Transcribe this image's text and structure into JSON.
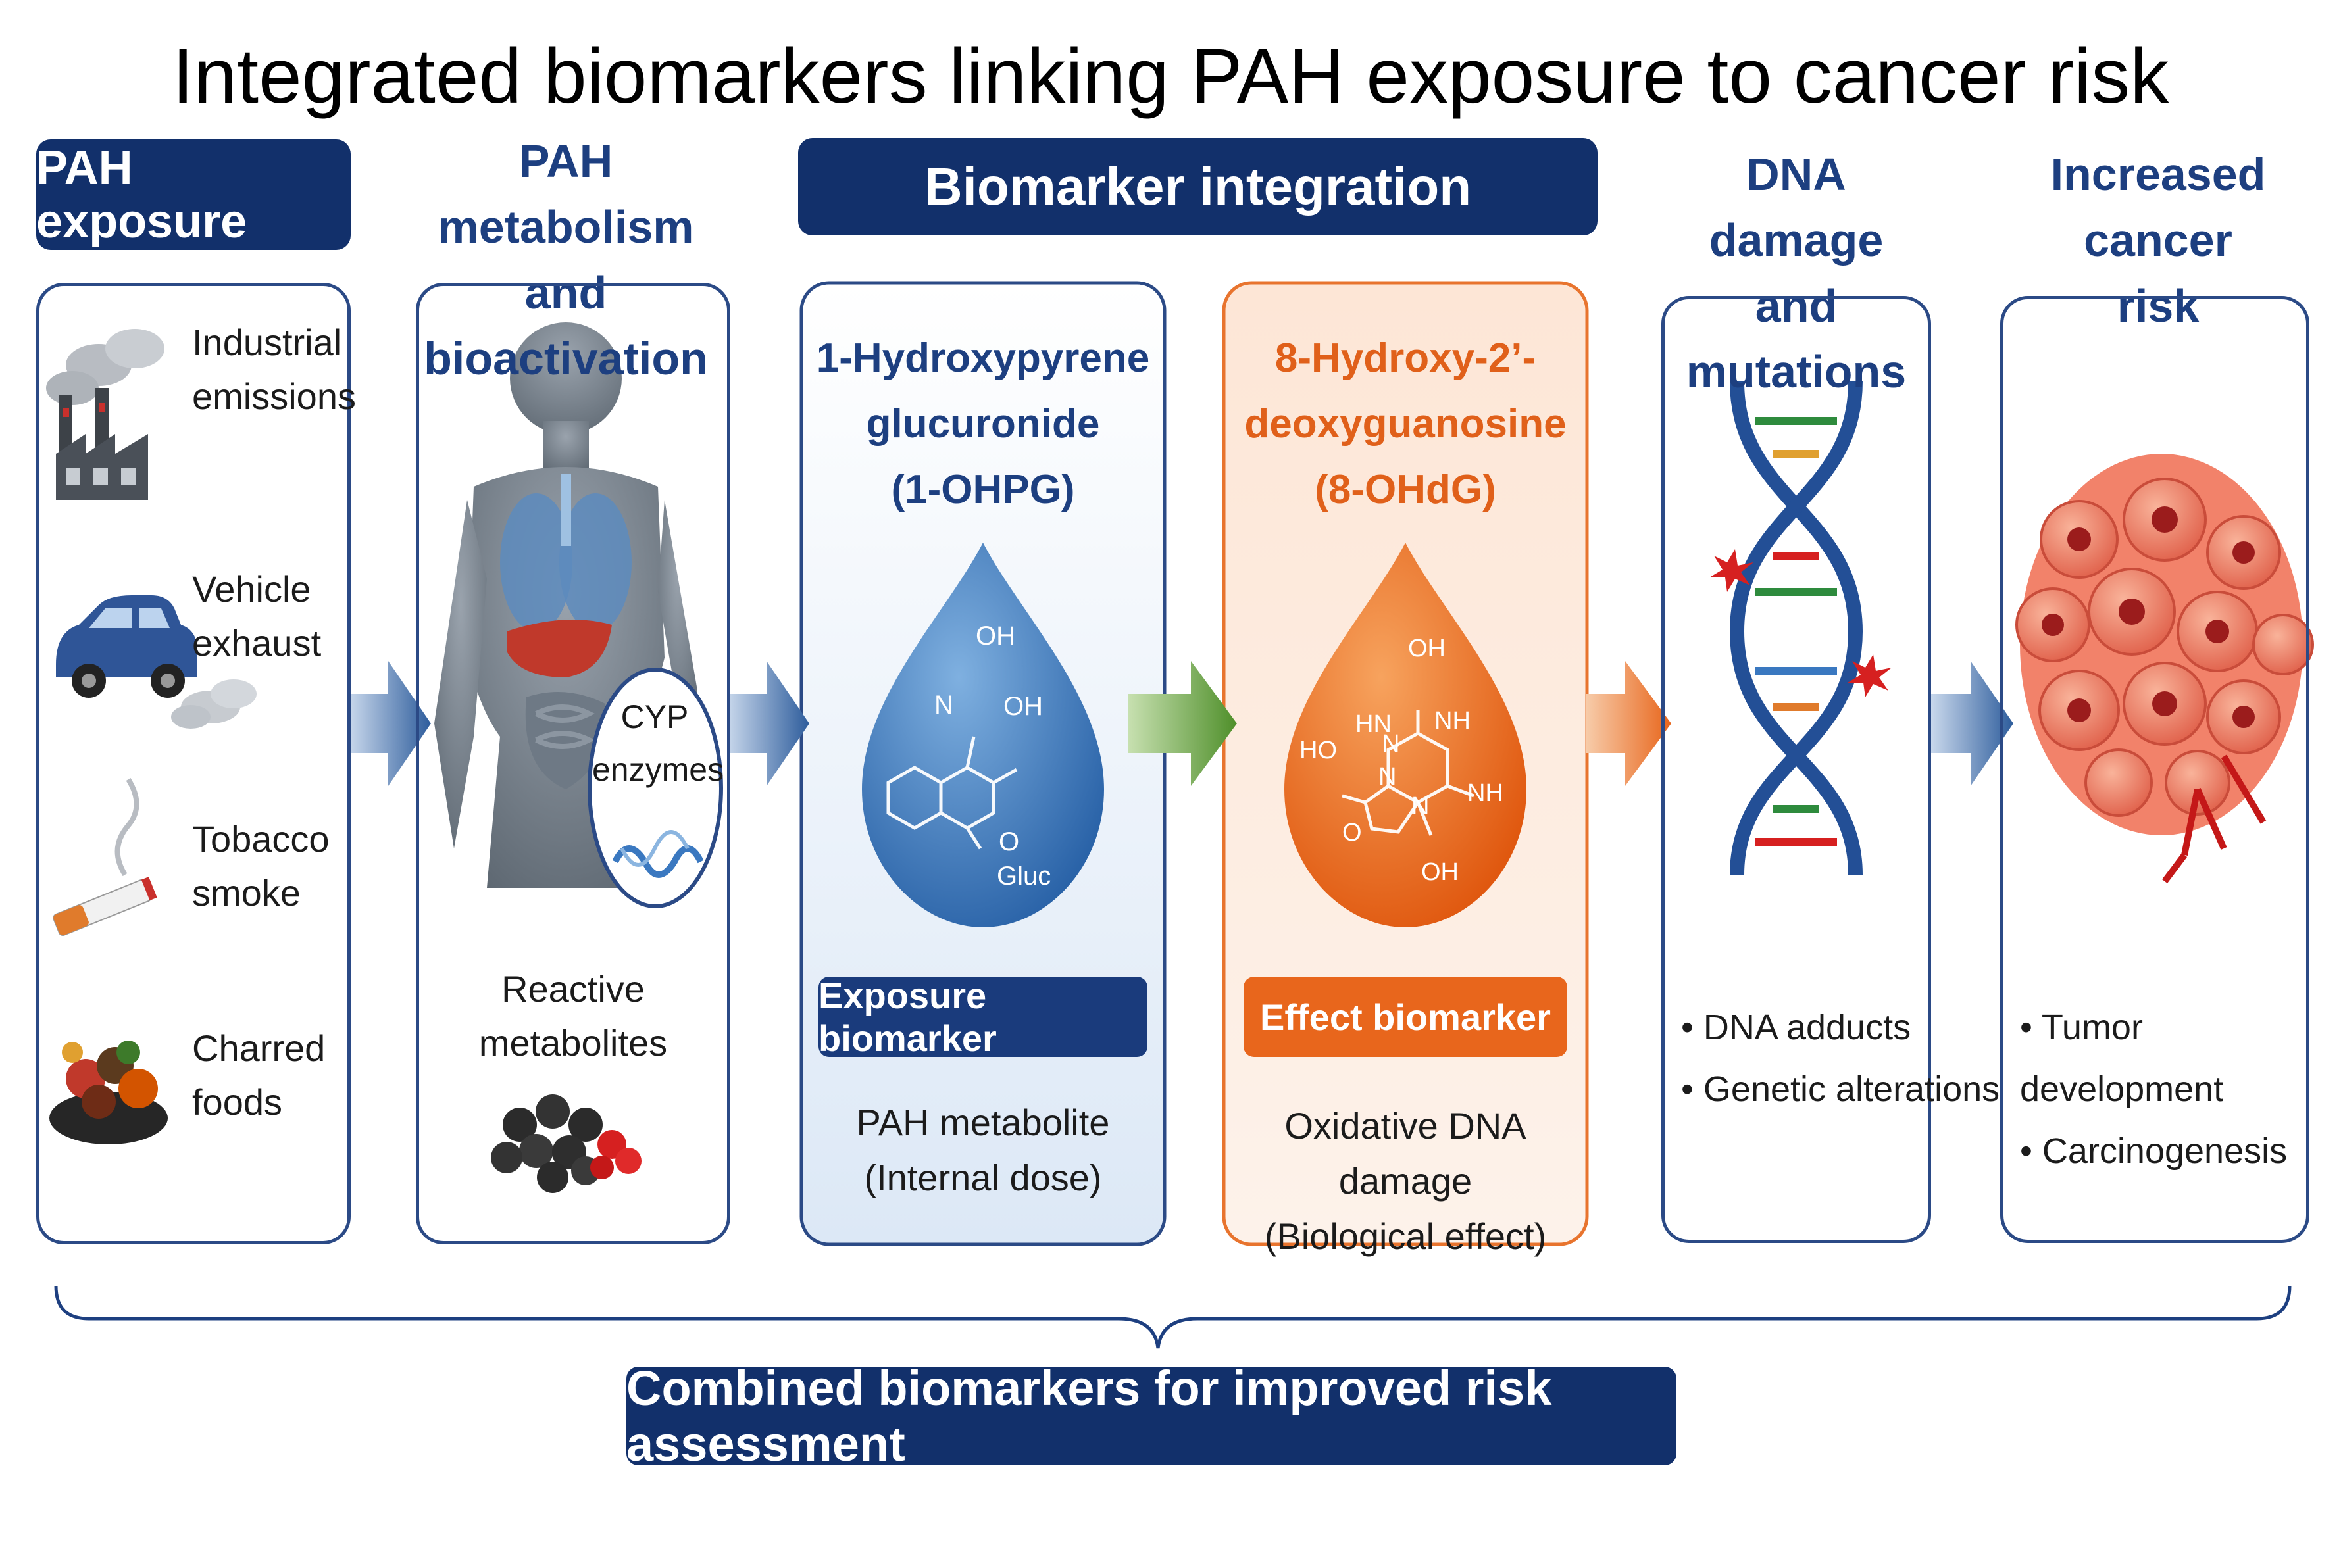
{
  "title": "Integrated biomarkers linking PAH exposure to cancer risk",
  "col1": {
    "header": "PAH exposure",
    "sources": [
      "Industrial\nemissions",
      "Vehicle\nexhaust",
      "Tobacco\nsmoke",
      "Charred\nfoods"
    ]
  },
  "col2": {
    "header_line1": "PAH metabolism",
    "header_line2": "and bioactivation",
    "cyp_line1": "CYP",
    "cyp_line2": "enzymes",
    "caption_line1": "Reactive",
    "caption_line2": "metabolites"
  },
  "integration_header": "Biomarker integration",
  "col3": {
    "name_line1": "1-Hydroxypyrene",
    "name_line2": "glucuronide",
    "name_line3": "(1-OHPG)",
    "badge": "Exposure biomarker",
    "desc_line1": "PAH metabolite",
    "desc_line2": "(Internal dose)",
    "structure_labels": [
      "OH",
      "N",
      "OH",
      "O",
      "Gluc"
    ]
  },
  "col4": {
    "name_line1": "8-Hydroxy-2’-",
    "name_line2": "deoxyguanosine",
    "name_line3": "(8-OHdG)",
    "badge": "Effect biomarker",
    "desc_line1": "Oxidative DNA damage",
    "desc_line2": "(Biological effect)",
    "structure_labels": [
      "OH",
      "HN",
      "NH",
      "HO",
      "N",
      "N",
      "NH",
      "N",
      "O",
      "OH"
    ]
  },
  "col5": {
    "header_line1": "DNA damage",
    "header_line2": "and mutations",
    "bullets": [
      "• DNA adducts",
      "• Genetic alterations"
    ]
  },
  "col6": {
    "header_line1": "Increased cancer",
    "header_line2": "risk",
    "bullets": [
      "• Tumor development",
      "• Carcinogenesis"
    ]
  },
  "footer": "Combined biomarkers for improved risk assessment",
  "colors": {
    "navy": "#12306b",
    "header_blue": "#1d3f80",
    "exposure_blue": "#2f6fb5",
    "effect_orange": "#ea6a1f",
    "arrow_green": "#4f8f2a"
  }
}
